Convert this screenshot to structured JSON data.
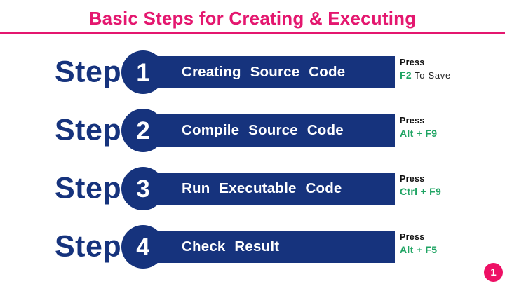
{
  "title": "Basic Steps for Creating & Executing",
  "colors": {
    "accent_pink": "#e4176f",
    "navy_blue": "#16337d",
    "key_green": "#1fa463",
    "press_text": "#111111",
    "page_badge_pink": "#ee1065"
  },
  "steps": [
    {
      "label": "Step",
      "number": "1",
      "action": "Creating Source Code",
      "press_label": "Press",
      "keys": "F2",
      "keys_suffix": " To Save"
    },
    {
      "label": "Step",
      "number": "2",
      "action": "Compile Source Code",
      "press_label": "Press",
      "keys": "Alt + F9",
      "keys_suffix": ""
    },
    {
      "label": "Step",
      "number": "3",
      "action": "Run Executable Code",
      "press_label": "Press",
      "keys": "Ctrl + F9",
      "keys_suffix": ""
    },
    {
      "label": "Step",
      "number": "4",
      "action": "Check Result",
      "press_label": "Press",
      "keys": "Alt + F5",
      "keys_suffix": ""
    }
  ],
  "page_number": "1"
}
